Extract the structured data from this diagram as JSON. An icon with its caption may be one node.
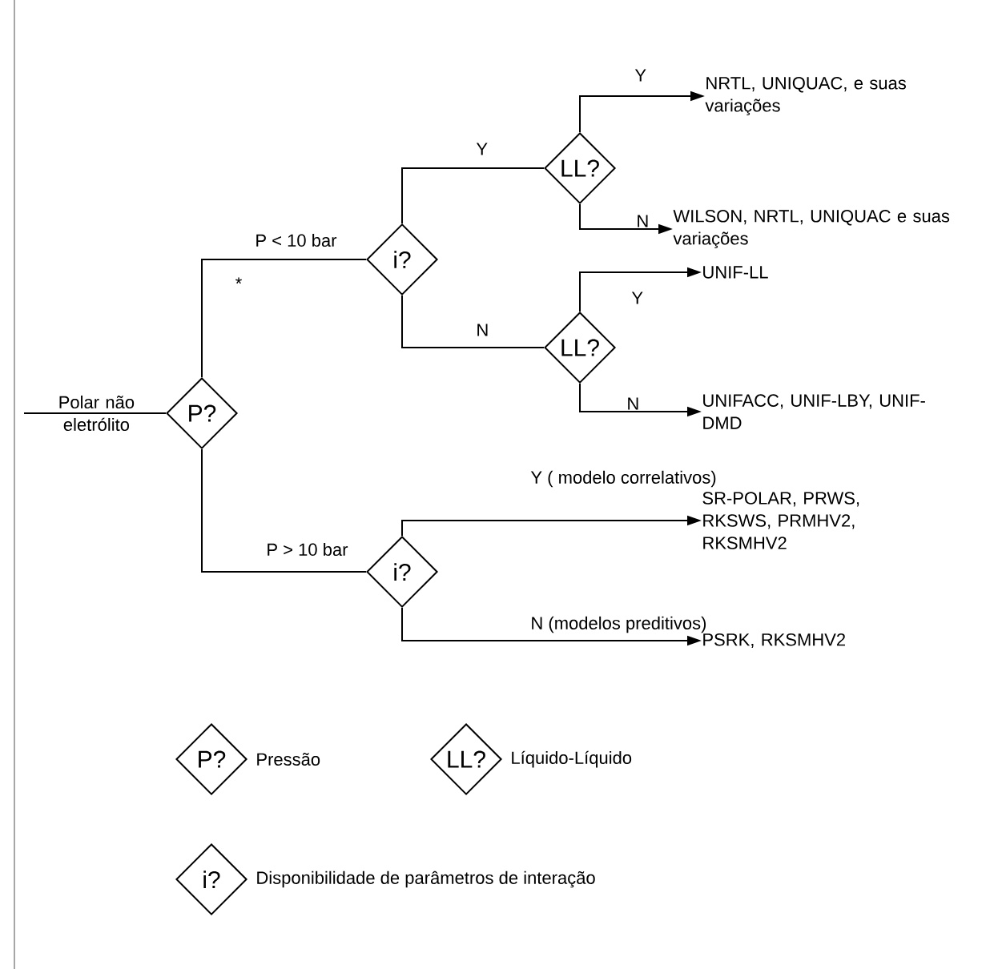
{
  "diagram": {
    "nodes": [
      {
        "text": [
          "Polar não eletrólito"
        ]
      },
      {
        "text": [
          "P?"
        ]
      },
      {
        "text": [
          "i?"
        ]
      },
      {
        "text": [
          "LL?"
        ]
      },
      {
        "text": [
          "LL?"
        ]
      },
      {
        "text": [
          "i?"
        ]
      },
      {
        "text": [
          "NRTL, UNIQUAC, e suas variações"
        ]
      },
      {
        "text": [
          "WILSON, NRTL, UNIQUAC e suas variações"
        ]
      },
      {
        "text": [
          "UNIF-LL"
        ]
      },
      {
        "text": [
          "UNIFACC, UNIF-LBY, UNIF-DMD"
        ]
      },
      {
        "text": [
          "SR-POLAR, PRWS, RKSWS, PRMHV2, RKSMHV2"
        ]
      },
      {
        "text": [
          "PSRK, RKSMHV2"
        ]
      },
      {
        "text": [
          "P?"
        ],
        "beside": [
          "Pressão"
        ]
      },
      {
        "text": [
          "LL?"
        ],
        "beside": [
          "Líquido-Líquido"
        ]
      },
      {
        "text": [
          "i?"
        ],
        "beside": [
          "Disponibilidade de parâmetros de interação"
        ]
      }
    ],
    "edges": [
      {
        "from": 0,
        "to": 1,
        "arrow": "none"
      },
      {
        "from": 1,
        "to": 2,
        "arrow": "none",
        "label": "P < 10 bar"
      },
      {
        "from": 1,
        "to": 5,
        "arrow": "none",
        "label": "P > 10 bar"
      },
      {
        "from": 2,
        "to": 3,
        "arrow": "none",
        "label": "Y"
      },
      {
        "from": 2,
        "to": 4,
        "arrow": "none",
        "label": "N"
      },
      {
        "from": 3,
        "to": 6,
        "arrow": "to",
        "label": "Y"
      },
      {
        "from": 3,
        "to": 7,
        "arrow": "to",
        "label": "N"
      },
      {
        "from": 4,
        "to": 8,
        "arrow": "to",
        "label": "Y"
      },
      {
        "from": 4,
        "to": 9,
        "arrow": "to",
        "label": "N"
      },
      {
        "from": 5,
        "to": 10,
        "arrow": "to",
        "label": "Y ( modelo correlativos)"
      },
      {
        "from": 5,
        "to": 11,
        "arrow": "to",
        "label": "N (modelos preditivos)"
      }
    ],
    "labels": [
      "*"
    ]
  }
}
